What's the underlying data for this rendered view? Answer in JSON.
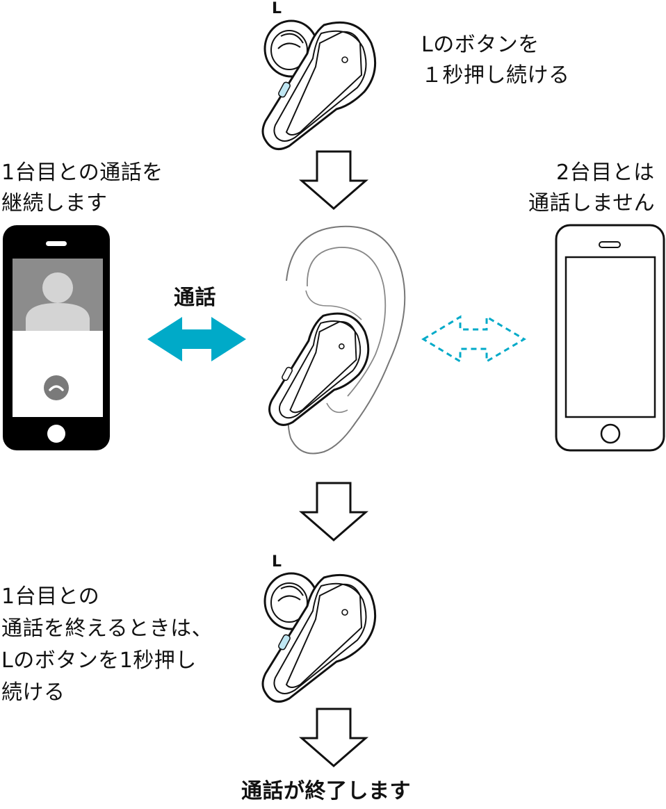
{
  "top": {
    "earbud_label": "L",
    "instruction_lines": [
      "Lのボタンを",
      "１秒押し続ける"
    ]
  },
  "left": {
    "caption_lines": [
      "1台目との通話を",
      "継続します"
    ]
  },
  "right": {
    "caption_lines": [
      "2台目とは",
      "通話しません"
    ]
  },
  "middle": {
    "call_label": "通話",
    "accent_color": "#00aac8"
  },
  "bottom": {
    "earbud_label": "L",
    "instruction_lines": [
      "1台目との",
      "通話を終えるときは、",
      "Lのボタンを1秒押し",
      "続ける"
    ],
    "result": "通話が終了します"
  }
}
